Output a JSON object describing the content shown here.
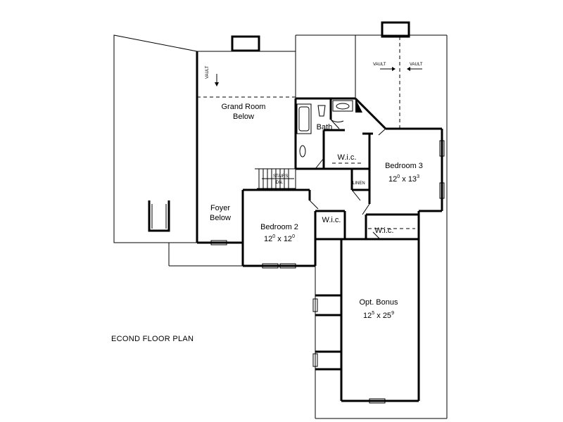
{
  "plan_caption": "ECOND FLOOR PLAN",
  "rooms": {
    "grand_room": {
      "name": "Grand Room",
      "sub": "Below"
    },
    "foyer": {
      "name": "Foyer",
      "sub": "Below"
    },
    "bath": {
      "name": "Bath"
    },
    "wic_bath": {
      "name": "W.i.c."
    },
    "bedroom3": {
      "name": "Bedroom 3",
      "dim_a": "12",
      "dim_a_sup": "0",
      "dim_x": " x ",
      "dim_b": "13",
      "dim_b_sup": "3"
    },
    "bedroom2": {
      "name": "Bedroom 2",
      "dim_a": "12",
      "dim_a_sup": "0",
      "dim_x": " x ",
      "dim_b": "12",
      "dim_b_sup": "0"
    },
    "wic_bed2": {
      "name": "W.i.c."
    },
    "wic_bonus": {
      "name": "W.i.c."
    },
    "bonus": {
      "name": "Opt. Bonus",
      "dim_a": "12",
      "dim_a_sup": "5",
      "dim_x": " x ",
      "dim_b": "25",
      "dim_b_sup": "9"
    }
  },
  "notes": {
    "vault_left": "VAULT",
    "vault_center_left": "VAULT",
    "vault_center_right": "VAULT",
    "stairs_a": "STAIRS",
    "stairs_b": "DN.",
    "linen": "LINEN"
  }
}
